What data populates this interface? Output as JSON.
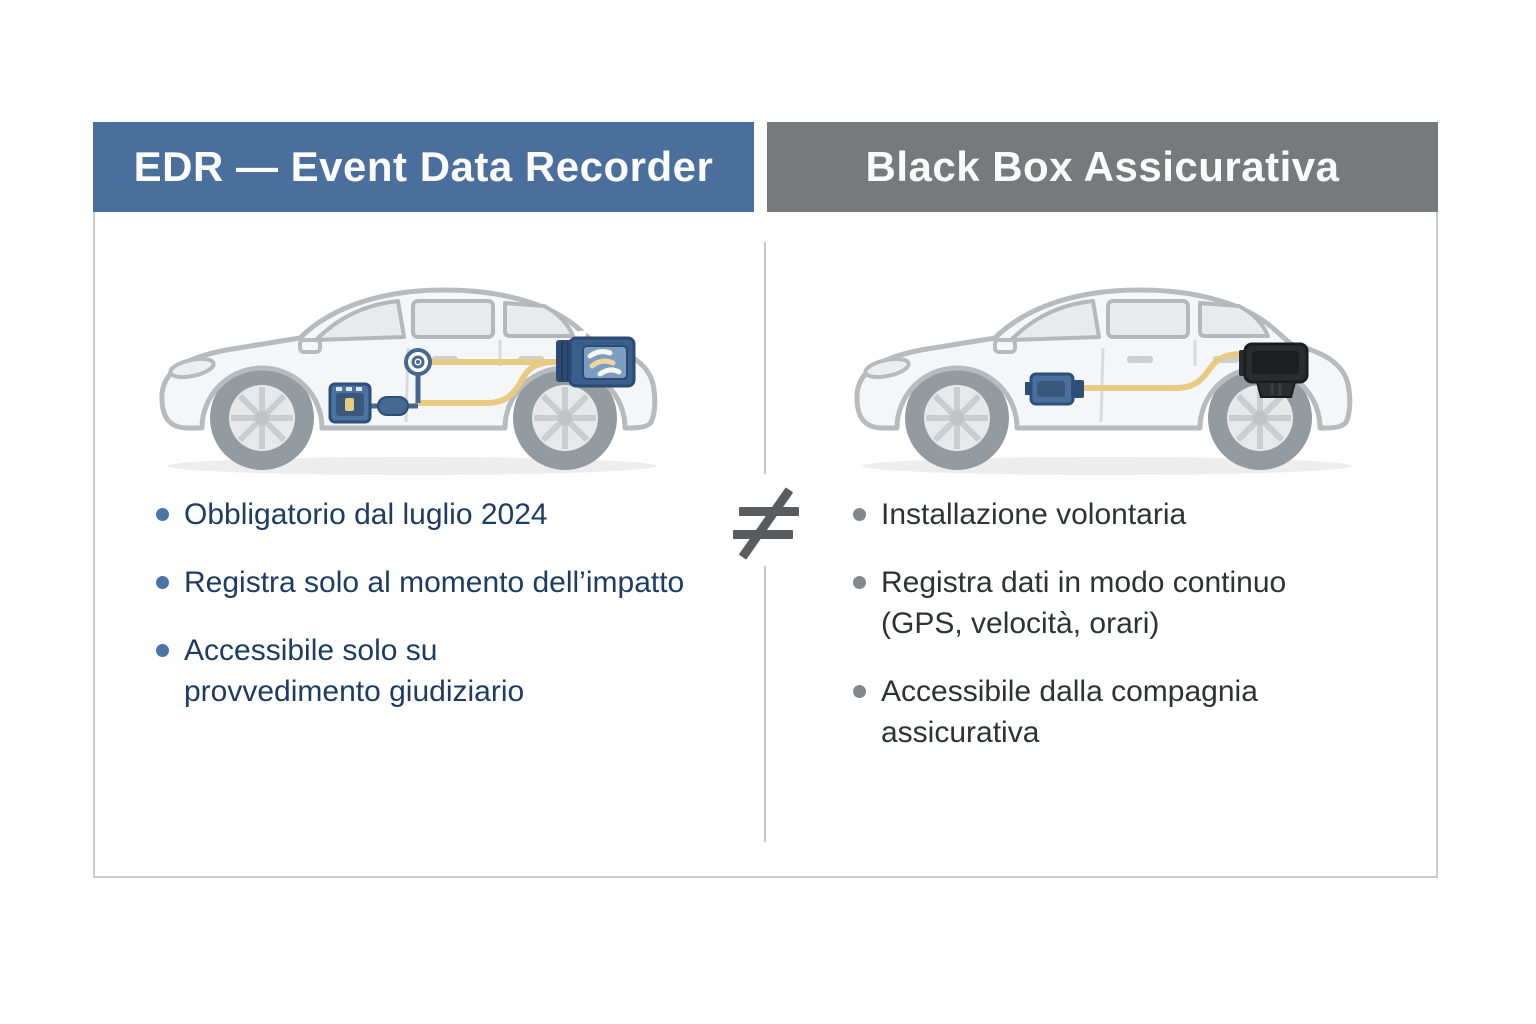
{
  "left_panel": {
    "header": "EDR — Event Data Recorder",
    "header_bg": "#4a6f9c",
    "text_color": "#1d3c63",
    "bullet_dot_color": "#4c74a4",
    "illustration": "car-side-view-with-edr-crash-recorder-wiring",
    "bullets": [
      "Obbligatorio dal luglio 2024",
      "Registra solo al momento dell’impatto",
      "Accessibile solo su\nprovvedimento giudiziario"
    ]
  },
  "right_panel": {
    "header": "Black Box Assicurativa",
    "header_bg": "#77797b",
    "text_color": "#2f3133",
    "bullet_dot_color": "#85888a",
    "illustration": "car-side-view-with-insurance-black-box-obd-device",
    "bullets": [
      "Installazione volontaria",
      "Registra dati in modo continuo\n(GPS, velocità, orari)",
      "Accessibile dalla compagnia\nassicurativa"
    ]
  },
  "comparison": {
    "symbol": "≠",
    "symbol_color": "#595c5f",
    "divider_color": "#c4c6c8",
    "frame_color": "#c9cbcd",
    "wire_color": "#e7cb82",
    "device_blue": "#3a5f8d",
    "device_black": "#2a2c2e"
  }
}
